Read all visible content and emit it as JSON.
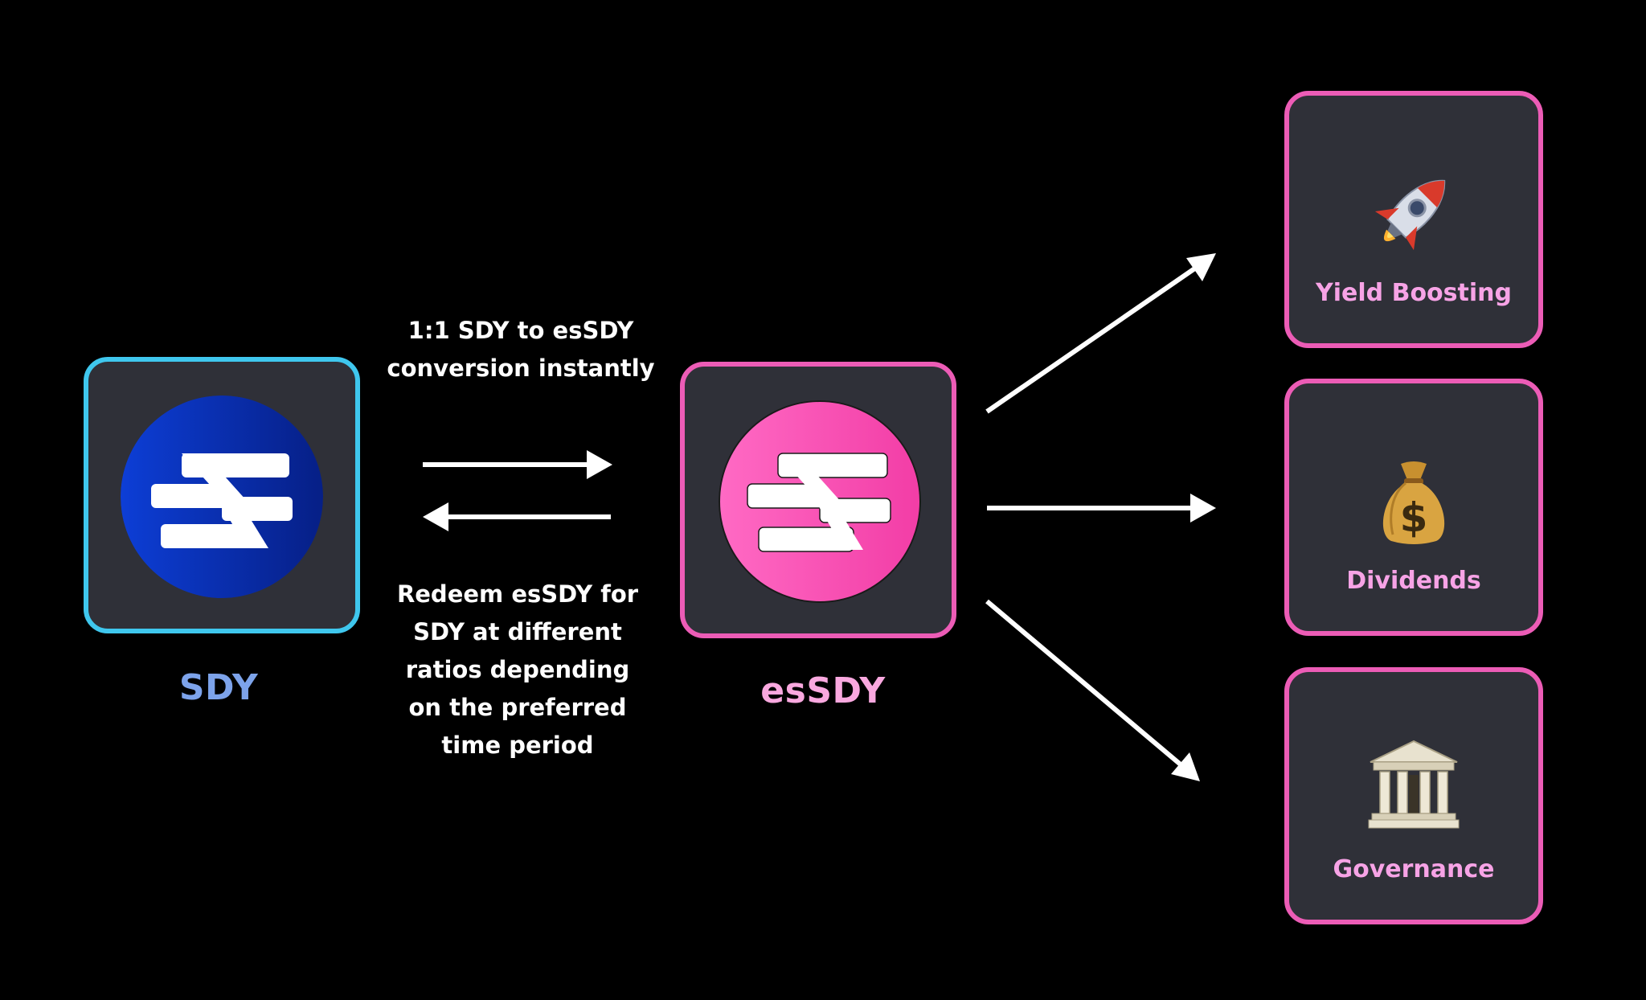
{
  "colors": {
    "background": "#000000",
    "card": "#2f3038",
    "sdy_border": "#3fc7ee",
    "essdy_border": "#ec5cb6",
    "sdy_label": "#7da3ea",
    "essdy_label": "#f9a8df",
    "benefit_label": "#f7a3e6"
  },
  "sdy": {
    "label": "SDY",
    "icon": "sdy-logo-icon"
  },
  "essdy": {
    "label": "esSDY",
    "icon": "essdy-logo-icon"
  },
  "conversion_note": "1:1 SDY to  esSDY\nconversion instantly",
  "redeem_note": "Redeem esSDY for\nSDY at different\nratios depending\non the preferred\ntime period",
  "benefits": [
    {
      "label": "Yield Boosting",
      "icon": "rocket-icon"
    },
    {
      "label": "Dividends",
      "icon": "money-bag-icon"
    },
    {
      "label": "Governance",
      "icon": "classical-building-icon"
    }
  ]
}
